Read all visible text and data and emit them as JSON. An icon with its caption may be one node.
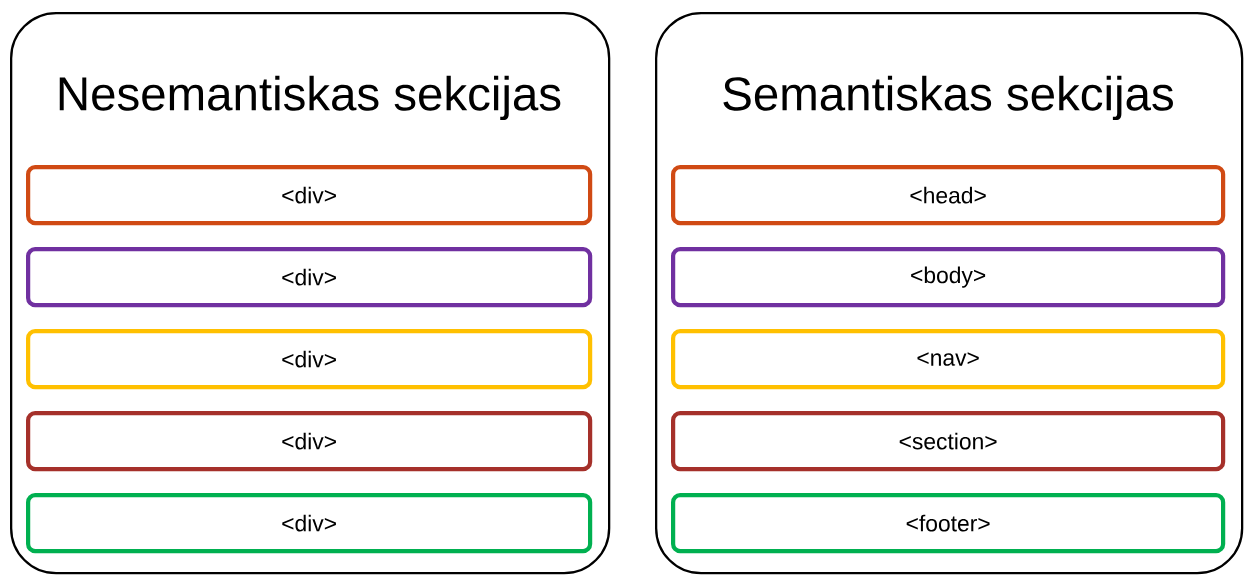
{
  "diagram": {
    "nodes": [
      {
        "text": [
          "Nesemantiskas sekcijas"
        ]
      },
      {
        "text": [
          "<div>"
        ],
        "in": 0
      },
      {
        "text": [
          "<div>"
        ],
        "in": 0
      },
      {
        "text": [
          "<div>"
        ],
        "in": 0
      },
      {
        "text": [
          "<div>"
        ],
        "in": 0
      },
      {
        "text": [
          "<div>"
        ],
        "in": 0
      },
      {
        "text": [
          "Semantiskas sekcijas"
        ]
      },
      {
        "text": [
          "<head>"
        ],
        "in": 6
      },
      {
        "text": [
          "<body>"
        ],
        "in": 6
      },
      {
        "text": [
          "<nav>"
        ],
        "in": 6
      },
      {
        "text": [
          "<section>"
        ],
        "in": 6
      },
      {
        "text": [
          "<footer>"
        ],
        "in": 6
      }
    ]
  }
}
